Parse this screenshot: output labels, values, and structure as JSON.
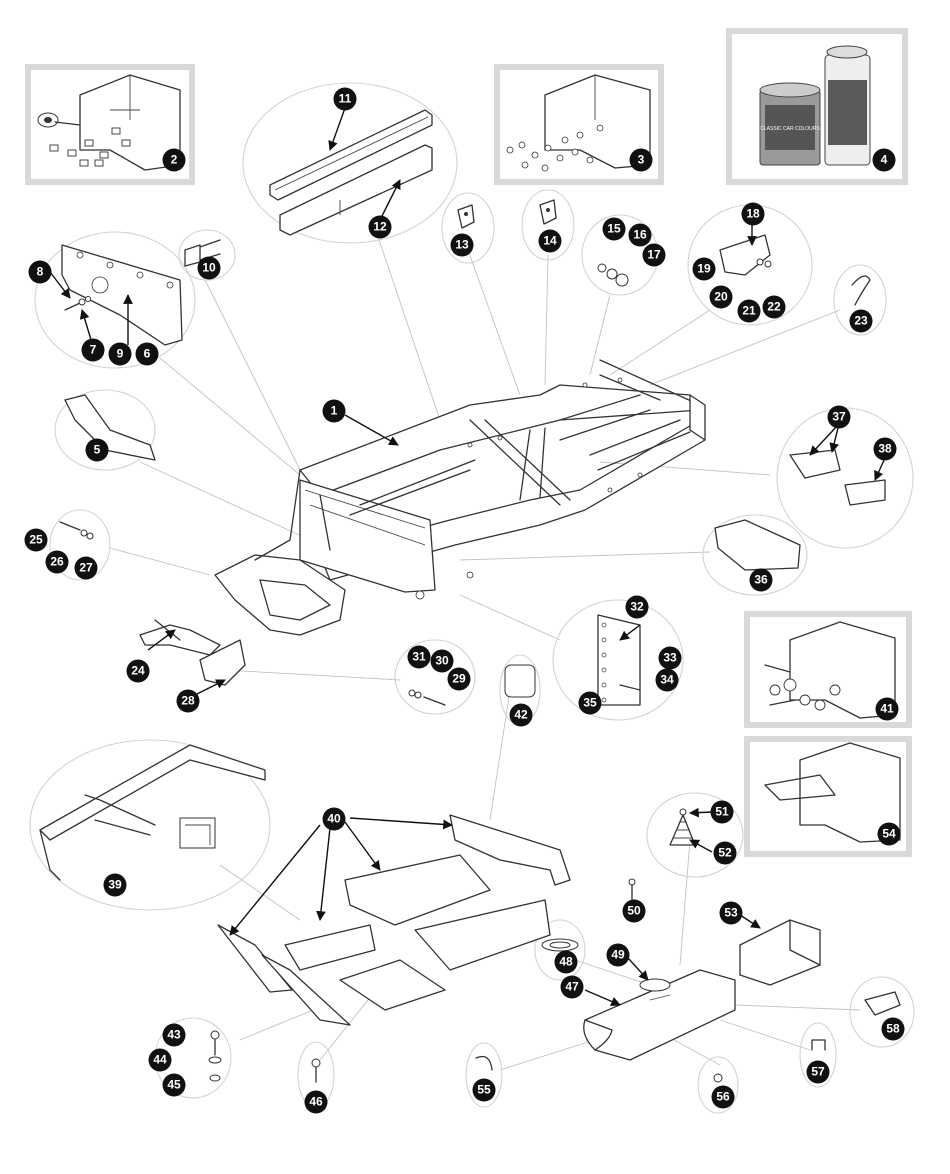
{
  "diagram": {
    "callouts": [
      "1",
      "2",
      "3",
      "4",
      "5",
      "6",
      "7",
      "8",
      "9",
      "10",
      "11",
      "12",
      "13",
      "14",
      "15",
      "16",
      "17",
      "18",
      "19",
      "20",
      "21",
      "22",
      "23",
      "24",
      "25",
      "26",
      "27",
      "28",
      "29",
      "30",
      "31",
      "32",
      "33",
      "34",
      "35",
      "36",
      "37",
      "38",
      "39",
      "40",
      "41",
      "42",
      "43",
      "44",
      "45",
      "46",
      "47",
      "48",
      "49",
      "50",
      "51",
      "52",
      "53",
      "54",
      "55",
      "56",
      "57",
      "58"
    ],
    "can_label": "CLASSIC CAR COLOURS",
    "colors": {
      "line": "#333333",
      "leader": "#bdbdbd",
      "frame_bg": "#d9d9d9",
      "callout_bg": "#111111",
      "callout_fg": "#ffffff"
    }
  }
}
